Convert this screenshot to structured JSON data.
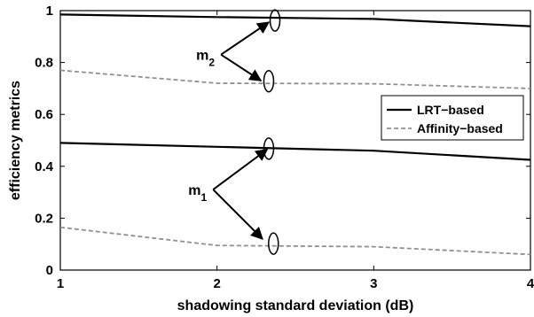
{
  "chart_data": {
    "type": "line",
    "xlabel": "shadowing standard deviation (dB)",
    "ylabel": "efficiency metrics",
    "xlim": [
      1,
      4
    ],
    "ylim": [
      0,
      1
    ],
    "x_ticks": [
      "1",
      "2",
      "3",
      "4"
    ],
    "y_ticks": [
      "0",
      "0.2",
      "0.4",
      "0.6",
      "0.8",
      "1"
    ],
    "grid": false,
    "legend_position": "right",
    "series": [
      {
        "name": "LRT−based",
        "metric": "m2",
        "style": "solid",
        "color": "#000000",
        "x": [
          1,
          2,
          3,
          4
        ],
        "y": [
          0.985,
          0.975,
          0.968,
          0.94
        ]
      },
      {
        "name": "Affinity−based",
        "metric": "m2",
        "style": "dashed",
        "color": "#909090",
        "x": [
          1,
          2,
          3,
          4
        ],
        "y": [
          0.77,
          0.72,
          0.718,
          0.7
        ]
      },
      {
        "name": "LRT−based",
        "metric": "m1",
        "style": "solid",
        "color": "#000000",
        "x": [
          1,
          2,
          3,
          4
        ],
        "y": [
          0.49,
          0.475,
          0.46,
          0.425
        ]
      },
      {
        "name": "Affinity−based",
        "metric": "m1",
        "style": "dashed",
        "color": "#909090",
        "x": [
          1,
          2,
          3,
          4
        ],
        "y": [
          0.165,
          0.095,
          0.09,
          0.06
        ]
      }
    ],
    "legend": [
      {
        "label": "LRT−based",
        "style": "solid",
        "color": "#000000"
      },
      {
        "label": "Affinity−based",
        "style": "dashed",
        "color": "#909090"
      }
    ],
    "annotations": [
      {
        "main": "m",
        "sub": "2",
        "text_at": [
          1.98,
          0.81
        ],
        "arrows_to": [
          [
            2.33,
            0.955
          ],
          [
            2.28,
            0.73
          ]
        ],
        "ellipses_at": [
          [
            2.37,
            0.962
          ],
          [
            2.33,
            0.728
          ]
        ]
      },
      {
        "main": "m",
        "sub": "1",
        "text_at": [
          1.93,
          0.29
        ],
        "arrows_to": [
          [
            2.32,
            0.465
          ],
          [
            2.29,
            0.12
          ]
        ],
        "ellipses_at": [
          [
            2.33,
            0.468
          ],
          [
            2.36,
            0.102
          ]
        ]
      }
    ]
  }
}
